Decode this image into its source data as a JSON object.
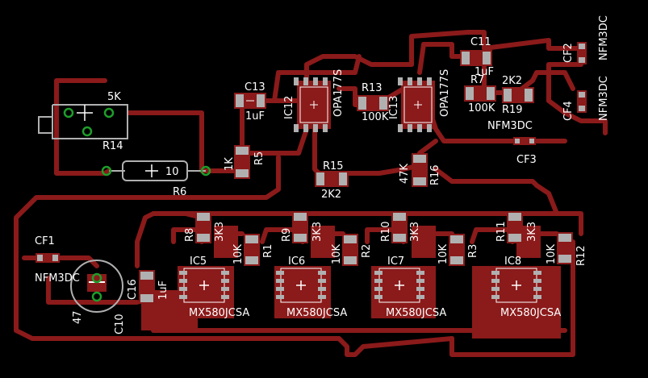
{
  "labels": {
    "c13": "C13",
    "c13v": "1uF",
    "ic12": "IC12",
    "opa1": "OPA177S",
    "r13": "R13",
    "r13v": "100K",
    "ic13": "IC13",
    "opa2": "OPA177S",
    "c11": "C11",
    "c11v": "1uF",
    "r7": "R7",
    "r7v": "100K",
    "r19": "R19",
    "r19v": "2K2",
    "cf2": "CF2",
    "cf2v": "NFM3DC",
    "cf4": "CF4",
    "cf4v": "NFM3DC",
    "nfm_cf3": "NFM3DC",
    "cf3": "CF3",
    "pot_v": "5K",
    "r14": "R14",
    "r6v": "10",
    "r6": "R6",
    "r5v": "1K",
    "r5": "R5",
    "r15": "R15",
    "r15v": "2K2",
    "r16v": "47K",
    "r16": "R16",
    "cf1": "CF1",
    "cf1v": "NFM3DC",
    "c10v": "47",
    "c10": "C10",
    "c16": "C16",
    "c16v": "1uF",
    "r8": "R8",
    "r8v": "3K3",
    "r1v": "10K",
    "r1": "R1",
    "ic5": "IC5",
    "mx1": "MX580JCSA",
    "r9": "R9",
    "r9v": "3K3",
    "r2v": "10K",
    "r2": "R2",
    "ic6": "IC6",
    "mx2": "MX580JCSA",
    "r10": "R10",
    "r10v": "3K3",
    "r3v": "10K",
    "r3": "R3",
    "ic7": "IC7",
    "mx3": "MX580JCSA",
    "r11": "R11",
    "r11v": "3K3",
    "r4v": "10K",
    "r12": "R12",
    "ic8": "IC8",
    "mx4": "MX580JCSA"
  },
  "colors": {
    "background": "#000000",
    "copper": "#8b1a1a",
    "pad": "#b0b0b0",
    "silk": "#ffffff",
    "via": "#1e9e2a"
  }
}
